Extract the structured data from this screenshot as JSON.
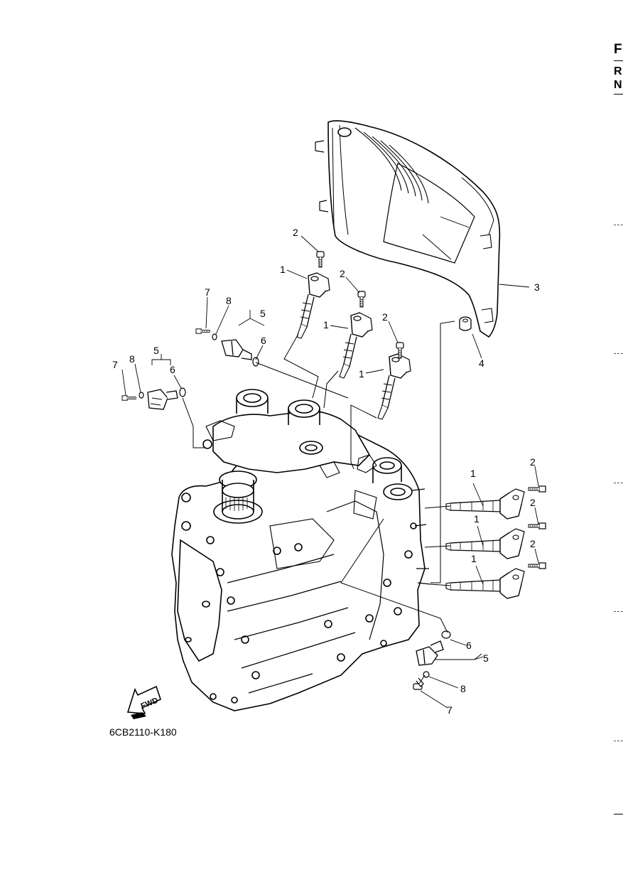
{
  "drawing_code": "6CB2110-K180",
  "fwd_arrow_label": "FWD",
  "margin_letters": [
    "F",
    "R",
    "N"
  ],
  "callouts": [
    "1",
    "2",
    "3",
    "4",
    "5",
    "6",
    "7",
    "8"
  ],
  "colors": {
    "line": "#000000",
    "background": "#ffffff"
  }
}
